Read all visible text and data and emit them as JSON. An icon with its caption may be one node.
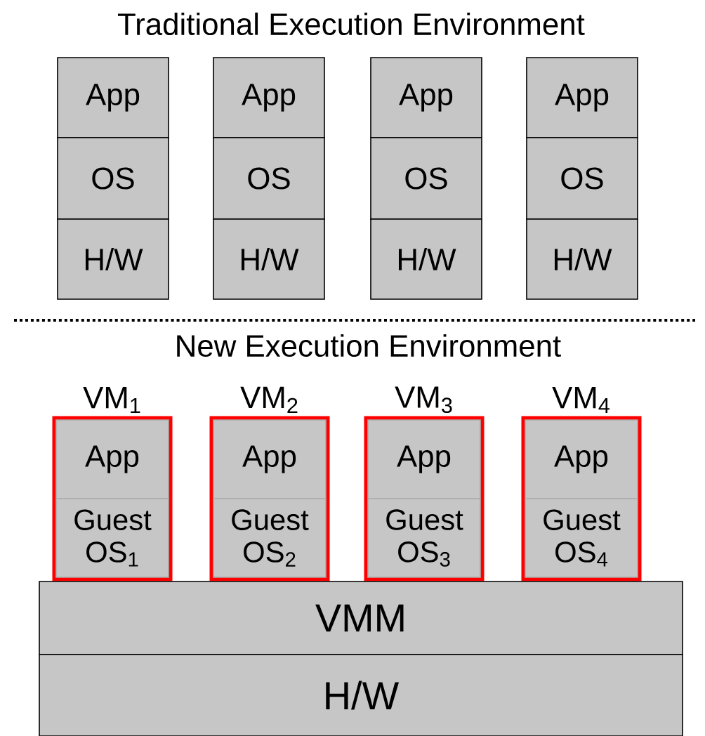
{
  "diagram": {
    "nodes": [
      {
        "text": [
          "App"
        ]
      },
      {
        "text": [
          "OS"
        ]
      },
      {
        "text": [
          "H/W"
        ]
      },
      {
        "text": [
          "App"
        ]
      },
      {
        "text": [
          "OS"
        ]
      },
      {
        "text": [
          "H/W"
        ]
      },
      {
        "text": [
          "App"
        ]
      },
      {
        "text": [
          "OS"
        ]
      },
      {
        "text": [
          "H/W"
        ]
      },
      {
        "text": [
          "App"
        ]
      },
      {
        "text": [
          "OS"
        ]
      },
      {
        "text": [
          "H/W"
        ]
      },
      {
        "text": [
          "VM$_{1}$"
        ]
      },
      {
        "text": [
          "App"
        ],
        "in": 12
      },
      {
        "text": [
          "Guest OS$_{1}$"
        ],
        "in": 12
      },
      {
        "text": [
          "VM$_{2}$"
        ]
      },
      {
        "text": [
          "App"
        ],
        "in": 15
      },
      {
        "text": [
          "Guest OS$_{2}$"
        ],
        "in": 15
      },
      {
        "text": [
          "VM$_{3}$"
        ]
      },
      {
        "text": [
          "App"
        ],
        "in": 18
      },
      {
        "text": [
          "Guest OS$_{3}$"
        ],
        "in": 18
      },
      {
        "text": [
          "VM$_{4}$"
        ]
      },
      {
        "text": [
          "App"
        ],
        "in": 21
      },
      {
        "text": [
          "Guest OS$_{4}$"
        ],
        "in": 21
      },
      {
        "text": [
          "VMM"
        ]
      },
      {
        "text": [
          "H/W"
        ]
      }
    ],
    "labels": [
      "Traditional Execution Environment",
      "New Execution Environment"
    ]
  }
}
